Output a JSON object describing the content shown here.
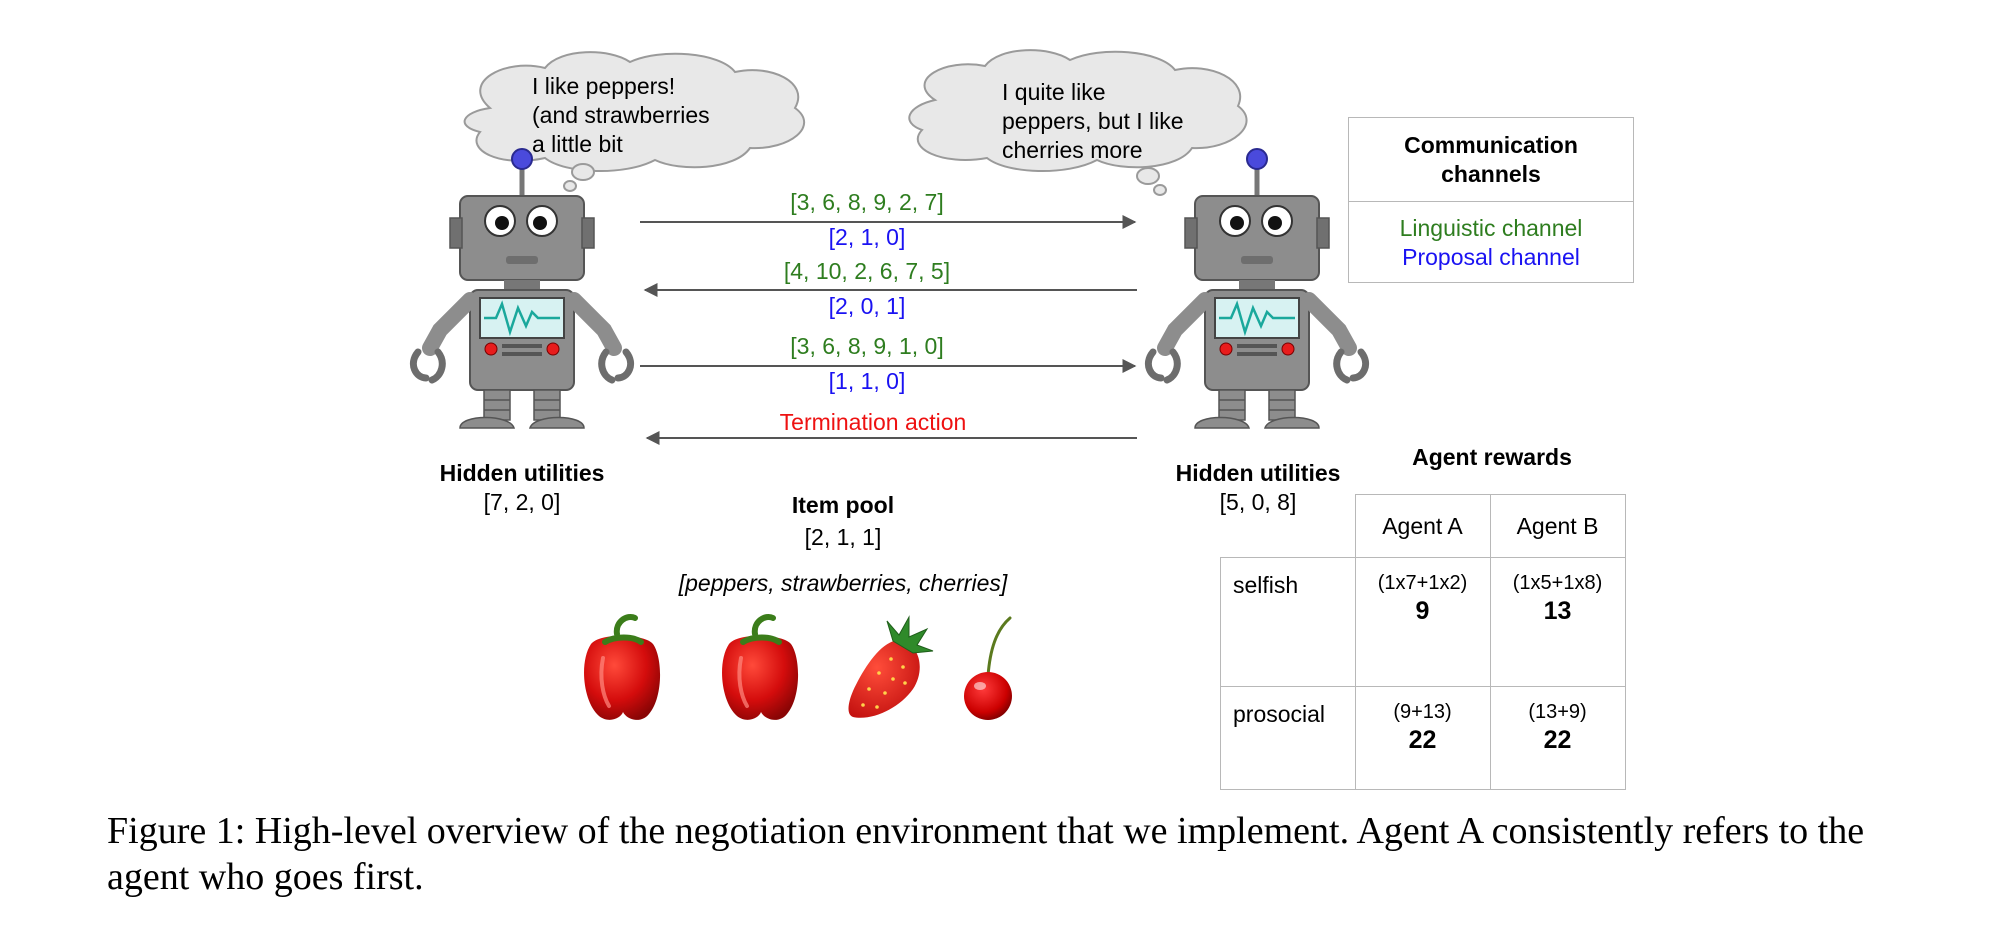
{
  "agent_a": {
    "thought_lines": [
      "I like peppers!",
      "(and strawberries",
      "a little bit"
    ],
    "utilities_label": "Hidden utilities",
    "utilities_value": "[7, 2, 0]"
  },
  "agent_b": {
    "thought_lines": [
      "I quite like",
      "peppers, but I like",
      "cherries more"
    ],
    "utilities_label": "Hidden utilities",
    "utilities_value": "[5, 0, 8]"
  },
  "messages": [
    {
      "direction": "right",
      "linguistic": "[3, 6, 8, 9, 2, 7]",
      "proposal": "[2, 1, 0]"
    },
    {
      "direction": "left",
      "linguistic": "[4, 10, 2, 6, 7, 5]",
      "proposal": "[2, 0, 1]"
    },
    {
      "direction": "right",
      "linguistic": "[3, 6, 8, 9, 1, 0]",
      "proposal": "[1, 1, 0]"
    },
    {
      "direction": "left",
      "termination": "Termination action"
    }
  ],
  "legend": {
    "title": "Communication channels",
    "linguistic": "Linguistic channel",
    "proposal": "Proposal channel",
    "colors": {
      "linguistic": "#2e7d1f",
      "proposal": "#1a12f2",
      "termination": "#ee1111"
    }
  },
  "item_pool": {
    "title": "Item pool",
    "value": "[2, 1, 1]",
    "items_label": "[peppers, strawberries, cherries]",
    "items": [
      "pepper-icon",
      "pepper-icon",
      "strawberry-icon",
      "cherry-icon"
    ]
  },
  "rewards": {
    "title": "Agent rewards",
    "col_a": "Agent A",
    "col_b": "Agent B",
    "rows": [
      {
        "label": "selfish",
        "a_formula": "(1x7+1x2)",
        "a_total": "9",
        "b_formula": "(1x5+1x8)",
        "b_total": "13"
      },
      {
        "label": "prosocial",
        "a_formula": "(9+13)",
        "a_total": "22",
        "b_formula": "(13+9)",
        "b_total": "22"
      }
    ]
  },
  "caption": "Figure 1: High-level overview of the negotiation environment that we implement. Agent A consistently refers to the agent who goes first."
}
